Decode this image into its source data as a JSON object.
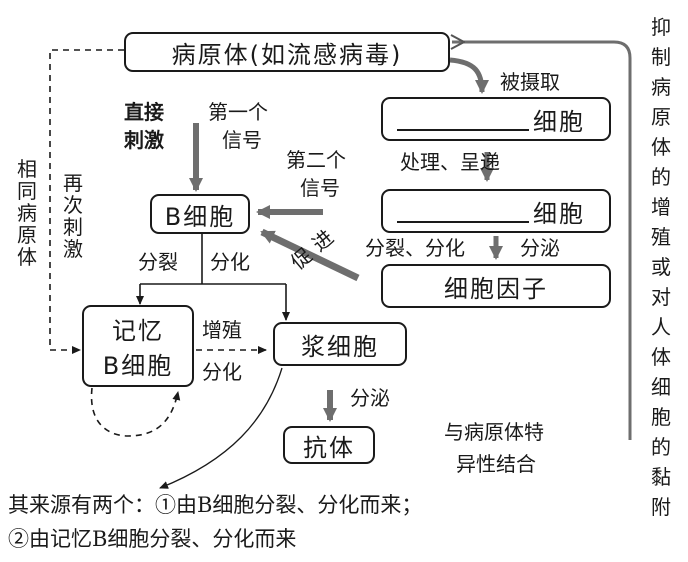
{
  "nodes": {
    "pathogen": "病原体(如流感病毒)",
    "apc_suffix": "细胞",
    "th_suffix": "细胞",
    "cytokine": "细胞因子",
    "b_cell": "B细胞",
    "memory_b_line1": "记忆",
    "memory_b_line2": "B细胞",
    "plasma_cell": "浆细胞",
    "antibody": "抗体"
  },
  "labels": {
    "engulfed": "被摄取",
    "process_present": "处理、呈递",
    "divide_diff_secrete_a": "分裂、分化",
    "divide_diff_secrete_b": "分泌",
    "direct_stim_1": "直接",
    "direct_stim_2": "刺激",
    "signal1_1": "第一个",
    "signal1_2": "信号",
    "signal2_1": "第二个",
    "signal2_2": "信号",
    "promote": "促进",
    "divide": "分裂",
    "differentiate": "分化",
    "proliferate": "增殖",
    "differentiate2": "分化",
    "secrete": "分泌",
    "same_pathogen": "相同病原体",
    "restimulate": "再次刺激",
    "inhibit": "抑制病原体的增殖或对人体细胞的黏附",
    "bind_1": "与病原体特",
    "bind_2": "异性结合"
  },
  "notes": {
    "line1": "其来源有两个：①由B细胞分裂、分化而来；",
    "line2": "②由记忆B细胞分裂、分化而来"
  },
  "colors": {
    "ink": "#1a1a1a",
    "arrow_gray": "#6e6e6e"
  }
}
